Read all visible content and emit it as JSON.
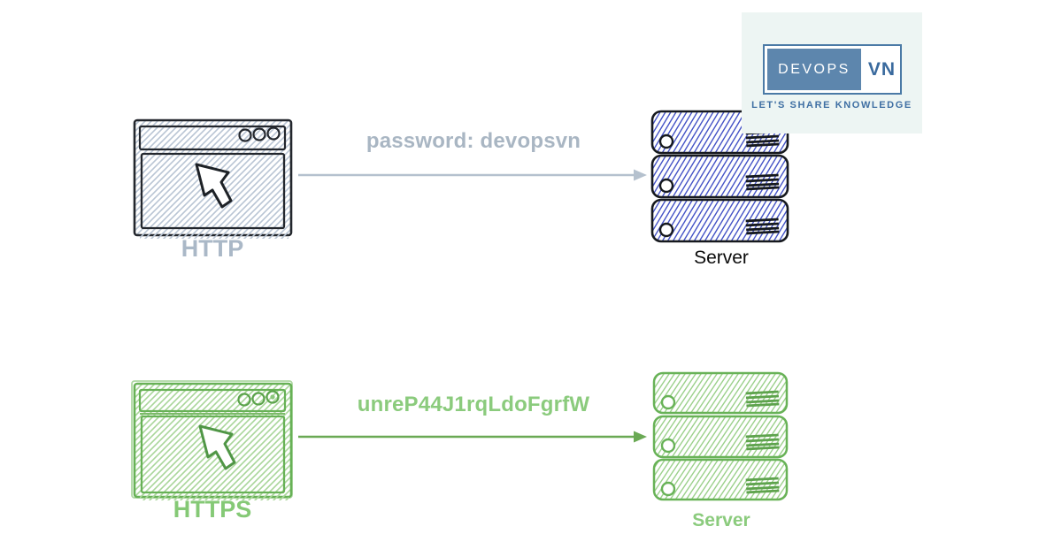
{
  "logo": {
    "brand_primary": "DEVOPS",
    "brand_secondary": "VN",
    "tagline": "LET'S SHARE KNOWLEDGE",
    "bg_color": "#edf5f3",
    "block_color": "#5d86ad",
    "text_color": "#3a6a9e"
  },
  "http_flow": {
    "browser_label": "HTTP",
    "message": "password: devopsvn",
    "server_label": "Server",
    "accent_color": "#a9b6c3",
    "browser_ink": "#23272d",
    "browser_hatch": "#b9c5d4",
    "server_ink": "#16191e",
    "server_hatch": "#4453c6",
    "arrow_color": "#b5c1ce"
  },
  "https_flow": {
    "browser_label": "HTTPS",
    "message": "unreP44J1rqLdoFgrfW",
    "server_label": "Server",
    "accent_color": "#8bcb7d",
    "browser_ink": "#67b156",
    "browser_hatch": "#a9d69a",
    "server_ink": "#68b257",
    "server_hatch": "#9bd08b",
    "arrow_color": "#6aa954"
  }
}
